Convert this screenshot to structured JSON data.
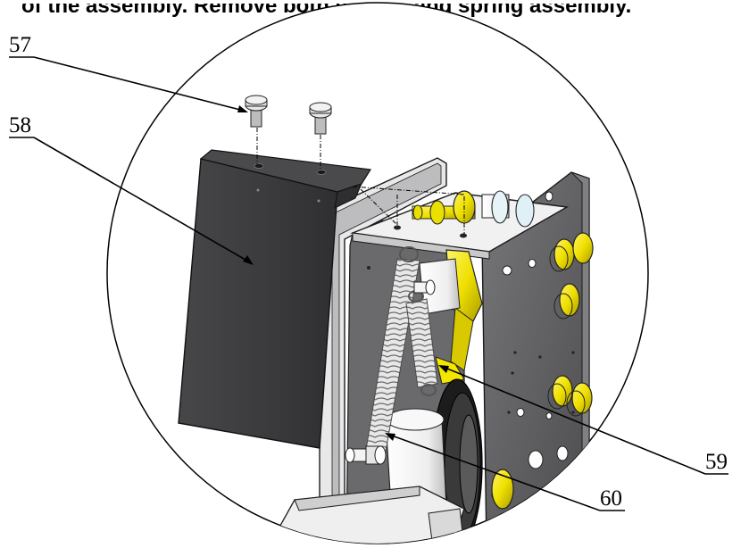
{
  "header": {
    "caption": "of the assembly. Remove both screws and spring assembly."
  },
  "callouts": [
    {
      "id": "57",
      "text": "57"
    },
    {
      "id": "58",
      "text": "58"
    },
    {
      "id": "59",
      "text": "59"
    },
    {
      "id": "60",
      "text": "60"
    }
  ],
  "colors": {
    "plate": "#5f5f61",
    "plate_dark": "#3d3d40",
    "metal_light": "#e9e9e9",
    "yellow": "#f4e600",
    "yellow_dark": "#b9a800",
    "spring": "#cfcfcf",
    "pulley": "#1e1e1e"
  }
}
